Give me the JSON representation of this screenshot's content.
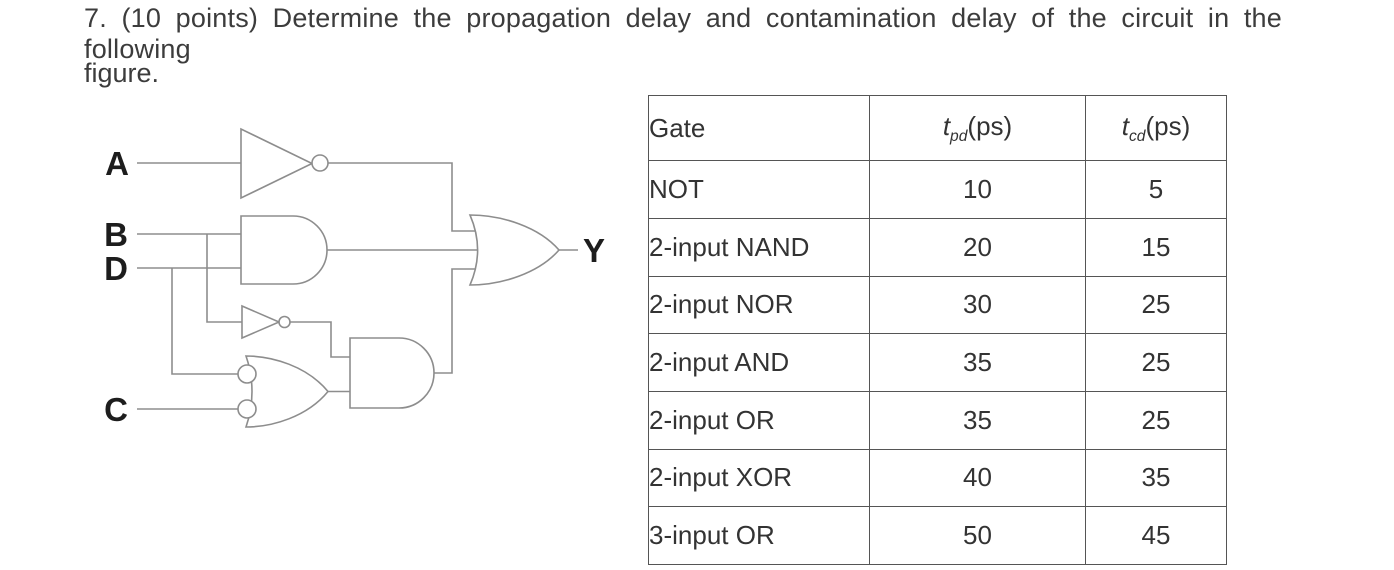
{
  "question": {
    "line1": "7. (10 points) Determine the propagation delay and contamination delay of the circuit in the following",
    "line2": "figure."
  },
  "circuit": {
    "labels": {
      "a": "A",
      "b": "B",
      "d": "D",
      "c": "C",
      "y": "Y"
    },
    "gates": [
      {
        "name": "not-gate-top",
        "type": "NOT",
        "input": "A"
      },
      {
        "name": "and-gate-upper",
        "type": "2-input AND",
        "inputs": [
          "B",
          "D"
        ]
      },
      {
        "name": "not-gate-small",
        "type": "NOT",
        "input": "B"
      },
      {
        "name": "bubbled-input-or-gate",
        "type": "2-input OR with inverted inputs",
        "inputs": [
          "D",
          "C"
        ]
      },
      {
        "name": "and-gate-lower",
        "type": "2-input AND"
      },
      {
        "name": "or-gate-output",
        "type": "3-input OR",
        "output": "Y"
      }
    ],
    "wire_color": "#8d8d8d",
    "label_color": "#1d1d1d"
  },
  "table": {
    "headers": {
      "gate": "Gate",
      "tpd": {
        "sym": "t",
        "sub": "pd",
        "unit": "(ps)"
      },
      "tcd": {
        "sym": "t",
        "sub": "cd",
        "unit": "(ps)"
      }
    },
    "rows": [
      {
        "gate": "NOT",
        "tpd": "10",
        "tcd": "5"
      },
      {
        "gate": "2-input NAND",
        "tpd": "20",
        "tcd": "15"
      },
      {
        "gate": "2-input NOR",
        "tpd": "30",
        "tcd": "25"
      },
      {
        "gate": "2-input AND",
        "tpd": "35",
        "tcd": "25"
      },
      {
        "gate": "2-input OR",
        "tpd": "35",
        "tcd": "25"
      },
      {
        "gate": "2-input XOR",
        "tpd": "40",
        "tcd": "35"
      },
      {
        "gate": "3-input OR",
        "tpd": "50",
        "tcd": "45"
      }
    ],
    "border_color": "#555555"
  }
}
